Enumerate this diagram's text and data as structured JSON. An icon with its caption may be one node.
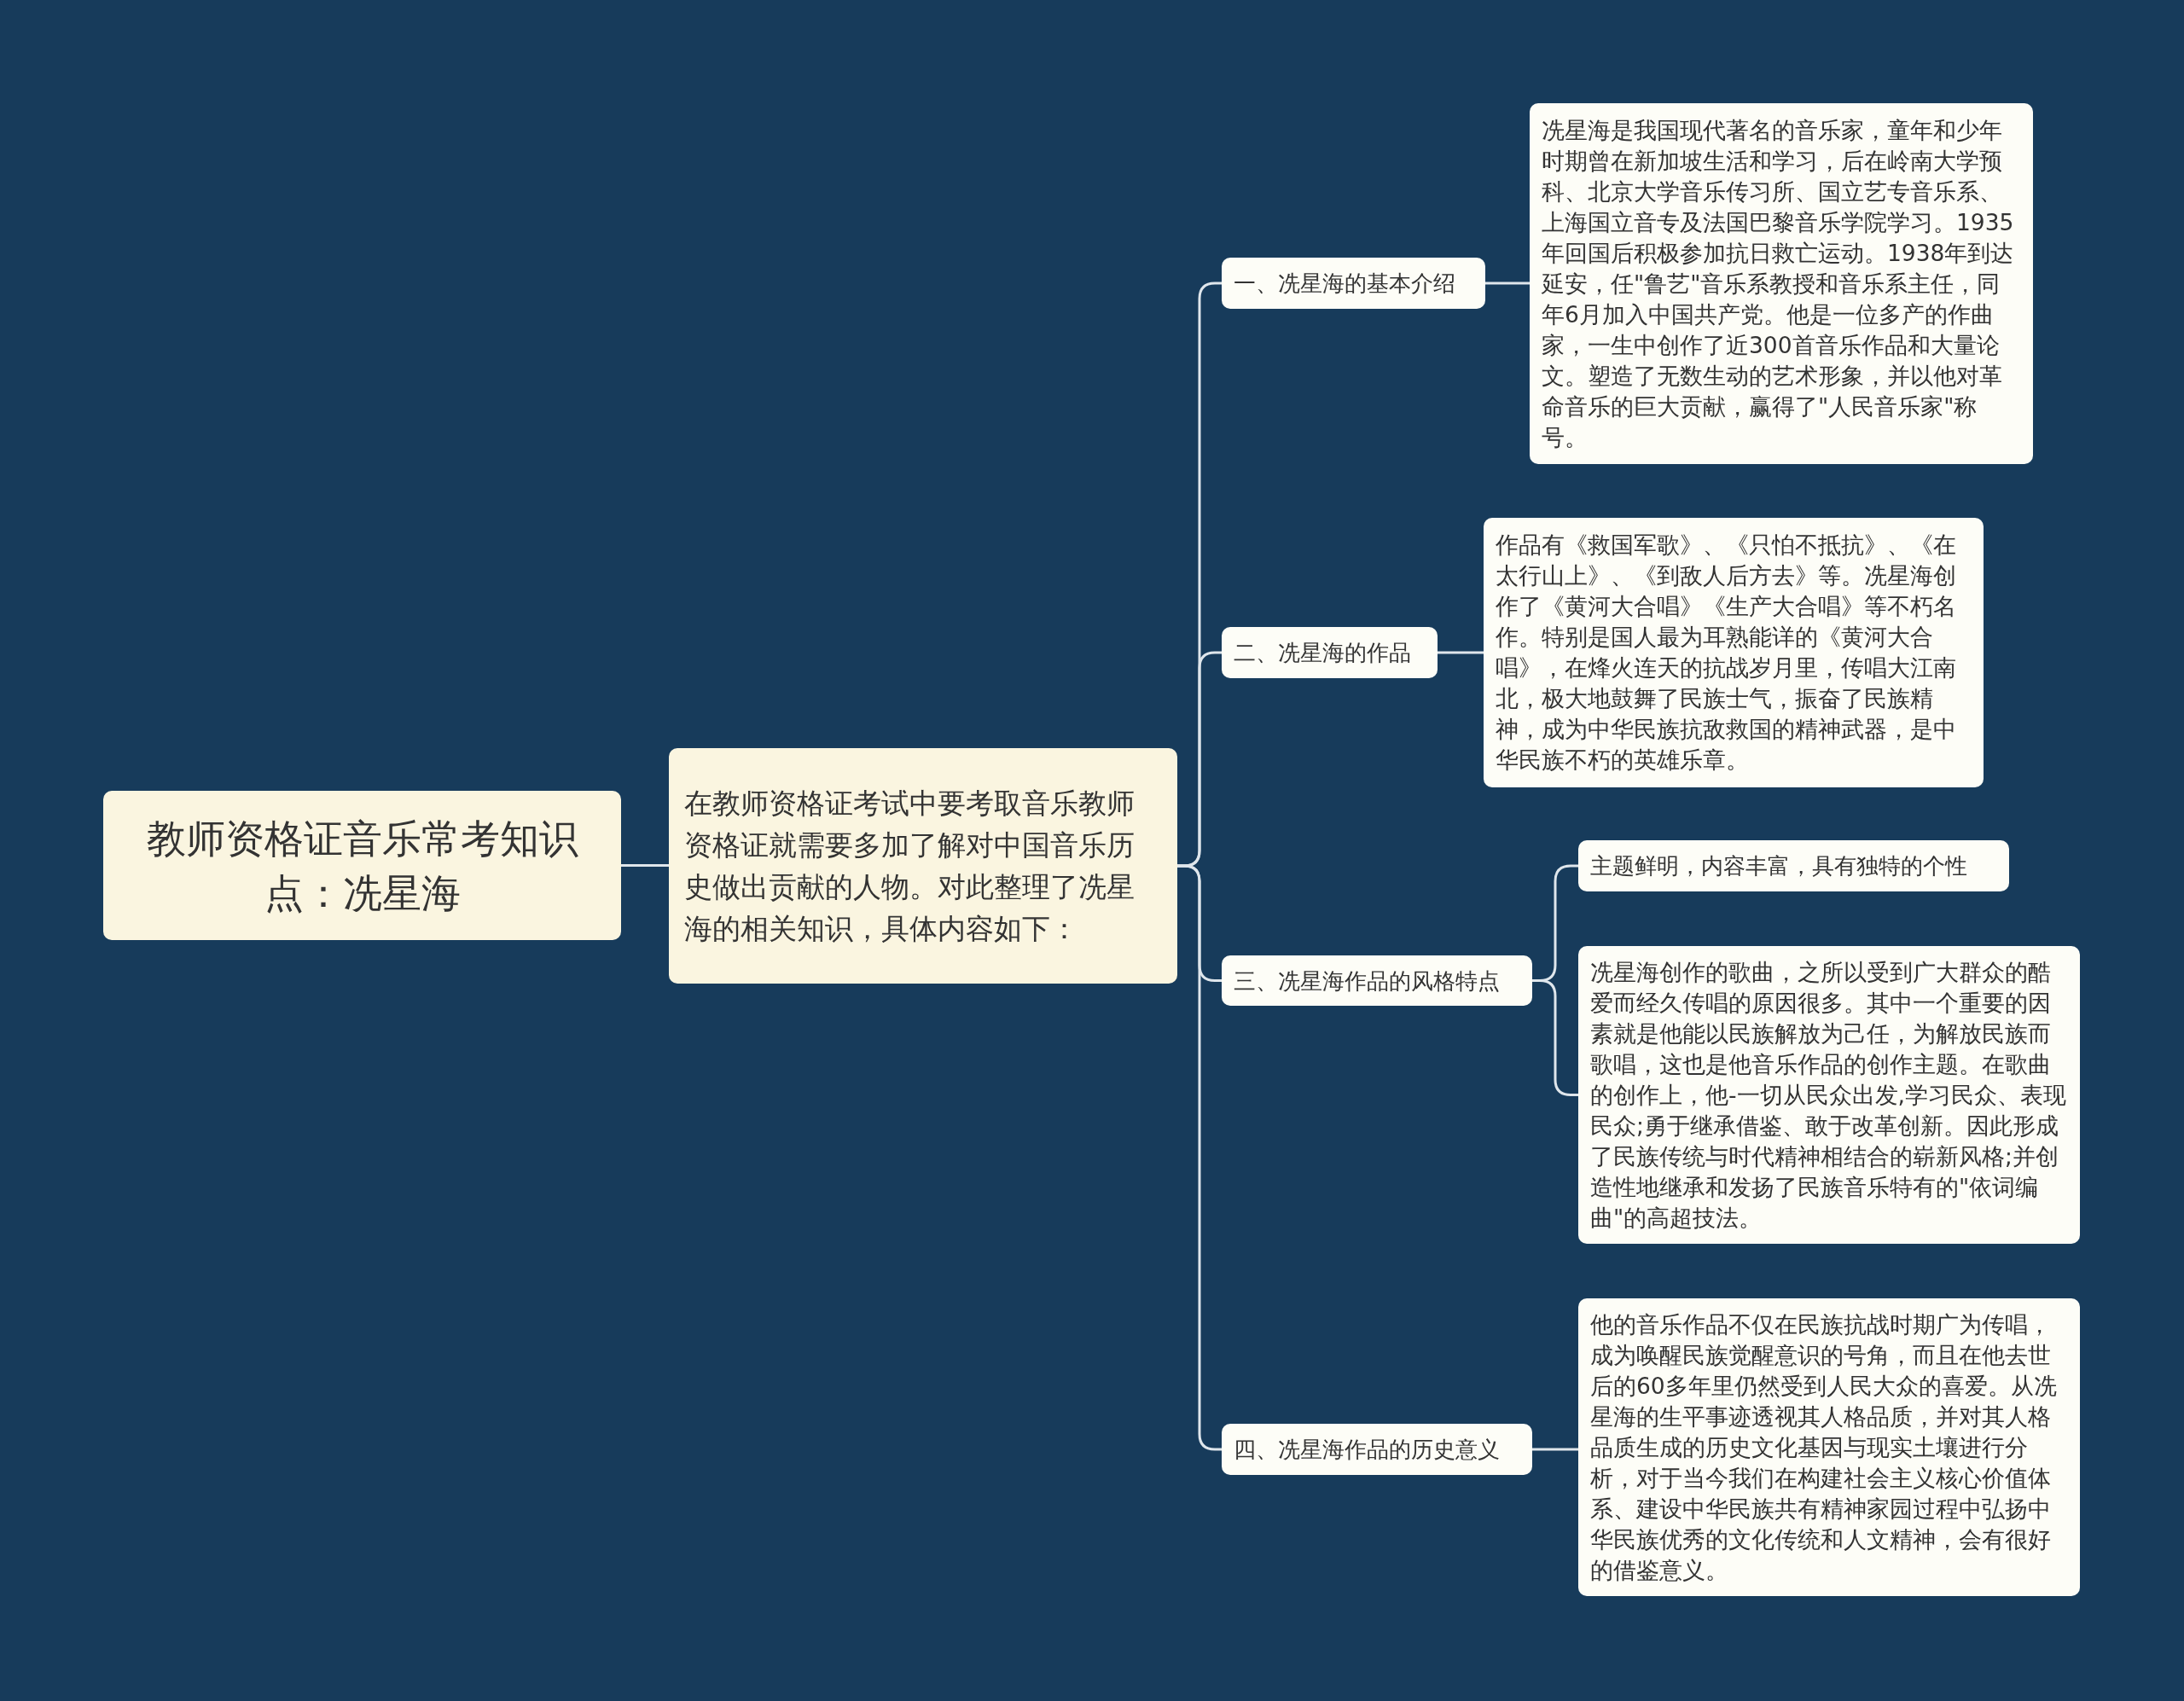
{
  "diagram": {
    "nodes": [
      {
        "text": [
          "教师资格证音乐常考知识点：冼星海"
        ]
      },
      {
        "text": [
          "在教师资格证考试中要考取音乐教师资格证就需要多加了解对中国音乐历史做出贡献的人物。对此整理了冼星海的相关知识，具体内容如下："
        ]
      },
      {
        "text": [
          "一、冼星海的基本介绍"
        ]
      },
      {
        "text": [
          "冼星海是我国现代著名的音乐家，童年和少年时期曾在新加坡生活和学习，后在岭南大学预科、北京大学音乐传习所、国立艺专音乐系、上海国立音专及法国巴黎音乐学院学习。1935年回国后积极参加抗日救亡运动。1938年到达延安，任\"鲁艺\"音乐系教授和音乐系主任，同年6月加入中国共产党。他是一位多产的作曲家，一生中创作了近300首音乐作品和大量论文。塑造了无数生动的艺术形象，并以他对革命音乐的巨大贡献，赢得了\"人民音乐家\"称号。"
        ]
      },
      {
        "text": [
          "二、冼星海的作品"
        ]
      },
      {
        "text": [
          "作品有《救国军歌》、《只怕不抵抗》、《在太行山上》、《到敌人后方去》等。冼星海创作了《黄河大合唱》《生产大合唱》等不朽名作。特别是国人最为耳熟能详的《黄河大合唱》，在烽火连天的抗战岁月里，传唱大江南北，极大地鼓舞了民族士气，振奋了民族精神，成为中华民族抗敌救国的精神武器，是中华民族不朽的英雄乐章。"
        ]
      },
      {
        "text": [
          "三、冼星海作品的风格特点"
        ]
      },
      {
        "text": [
          "主题鲜明，内容丰富，具有独特的个性"
        ]
      },
      {
        "text": [
          "冼星海创作的歌曲，之所以受到广大群众的酷爱而经久传唱的原因很多。其中一个重要的因素就是他能以民族解放为己任，为解放民族而歌唱，这也是他音乐作品的创作主题。在歌曲的创作上，他-一切从民众出发,学习民众、表现民众;勇于继承借鉴、敢于改革创新。因此形成了民族传统与时代精神相结合的崭新风格;并创造性地继承和发扬了民族音乐特有的\"依词编曲\"的高超技法。"
        ]
      },
      {
        "text": [
          "四、冼星海作品的历史意义"
        ]
      },
      {
        "text": [
          "他的音乐作品不仅在民族抗战时期广为传唱，成为唤醒民族觉醒意识的号角，而且在他去世后的60多年里仍然受到人民大众的喜爱。从冼星海的生平事迹透视其人格品质，并对其人格品质生成的历史文化基因与现实土壤进行分析，对于当今我们在构建社会主义核心价值体系、建设中华民族共有精神家园过程中弘扬中华民族优秀的文化传统和人文精神，会有很好的借鉴意义。"
        ]
      }
    ],
    "edges": [
      {
        "from": 0,
        "to": 1,
        "arrow": "none"
      },
      {
        "from": 1,
        "to": 2,
        "arrow": "none"
      },
      {
        "from": 1,
        "to": 4,
        "arrow": "none"
      },
      {
        "from": 1,
        "to": 6,
        "arrow": "none"
      },
      {
        "from": 1,
        "to": 9,
        "arrow": "none"
      },
      {
        "from": 2,
        "to": 3,
        "arrow": "none"
      },
      {
        "from": 4,
        "to": 5,
        "arrow": "none"
      },
      {
        "from": 6,
        "to": 7,
        "arrow": "none"
      },
      {
        "from": 6,
        "to": 8,
        "arrow": "none"
      },
      {
        "from": 9,
        "to": 10,
        "arrow": "none"
      }
    ]
  }
}
